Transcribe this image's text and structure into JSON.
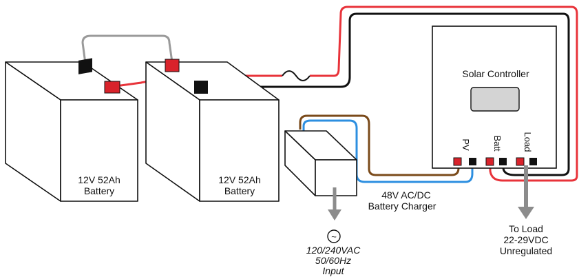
{
  "battery_left": {
    "line1": "12V  52Ah",
    "line2": "Battery"
  },
  "battery_right": {
    "line1": "12V  52Ah",
    "line2": "Battery"
  },
  "charger": {
    "line1": "48V  AC/DC",
    "line2": "Battery Charger"
  },
  "ac_input": {
    "symbol": "~",
    "line1": "120/240VAC",
    "line2": "50/60Hz",
    "line3": "Input"
  },
  "controller": {
    "title": "Solar Controller",
    "terminals": {
      "pv": "PV",
      "batt": "Batt",
      "load": "Load"
    }
  },
  "load_output": {
    "line1": "To Load",
    "line2": "22-29VDC",
    "line3": "Unregulated"
  },
  "colors": {
    "positive_wire": "#e8333a",
    "negative_wire": "#111111",
    "grey_link": "#9a9a9a",
    "charger_brown": "#7a4a1a",
    "charger_blue": "#2d8fe0",
    "arrow_grey": "#8c8c8c",
    "terminal_red": "#d9232b"
  }
}
